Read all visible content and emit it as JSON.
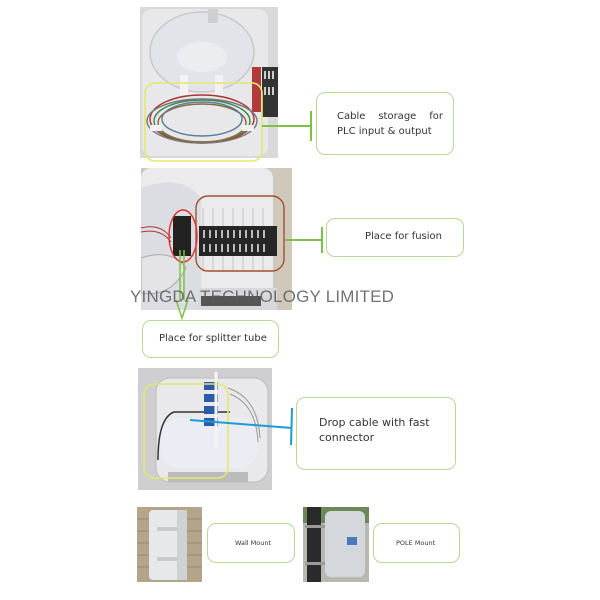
{
  "sections": [
    {
      "id": "cable-storage",
      "caption": "Cable storage for PLC input & output",
      "highlight_color": "#e8e86a"
    },
    {
      "id": "fusion",
      "caption": "Place for fusion",
      "highlight_color": "#a0522d"
    },
    {
      "id": "splitter",
      "caption": "Place for splitter tube",
      "highlight_color": "#e03030"
    },
    {
      "id": "drop-cable",
      "caption": "Drop cable with fast connector",
      "highlight_color": "#e8e86a"
    }
  ],
  "mounts": [
    {
      "id": "wall",
      "caption": "Wall Mount"
    },
    {
      "id": "pole",
      "caption": "POLE Mount"
    }
  ],
  "watermark": "YINGDA TECHNOLOGY LIMITED",
  "colors": {
    "callout_border": "#b7d89a",
    "connector_green": "#7cc142",
    "connector_blue": "#1e9ad6",
    "text": "#333333"
  }
}
